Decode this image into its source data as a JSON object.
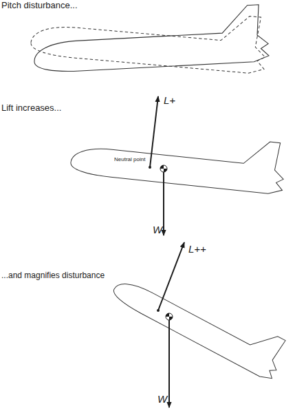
{
  "diagram": {
    "labels": [
      "Pitch disturbance...",
      "L+",
      "Neutral point",
      "W",
      "Lift increases...",
      "L++",
      "...and magnifies disturbance",
      "W"
    ]
  }
}
